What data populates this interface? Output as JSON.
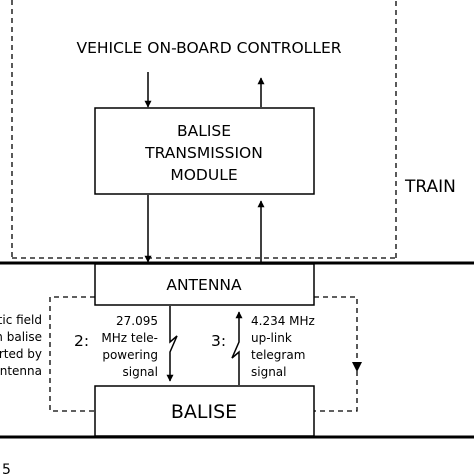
{
  "controller": {
    "label": "VEHICLE ON-BOARD CONTROLLER"
  },
  "btm": {
    "lines": [
      "BALISE",
      "TRANSMISSION",
      "MODULE"
    ]
  },
  "train": {
    "label": "TRAIN"
  },
  "antenna": {
    "label": "ANTENNA"
  },
  "balise": {
    "label": "BALISE"
  },
  "left_note": {
    "lines": [
      "tic field",
      "n balise",
      "rted by",
      "ntenna"
    ]
  },
  "downlink": {
    "number": "2:",
    "lines": [
      "27.095",
      "MHz tele-",
      "powering",
      "signal"
    ]
  },
  "uplink": {
    "number": "3:",
    "lines": [
      "4.234 MHz",
      "up-link",
      "telegram",
      "signal"
    ]
  },
  "bottom_fragment": {
    "label": "5"
  }
}
